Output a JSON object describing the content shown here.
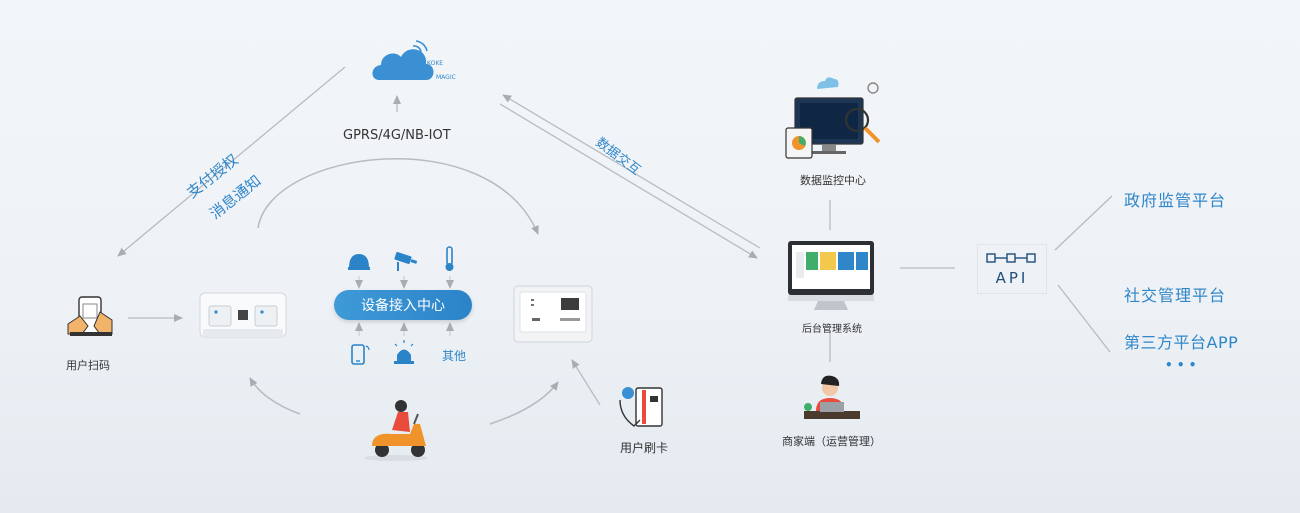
{
  "cloud": {
    "tag1": "KOKE",
    "tag2": "MAGIC"
  },
  "labels": {
    "network": "GPRS/4G/NB-IOT",
    "payment_auth": "支付授权",
    "message_notify": "消息通知",
    "data_exchange": "数据交互",
    "hub": "设备接入中心",
    "other": "其他",
    "user_scan": "用户扫码",
    "user_card": "用户刷卡",
    "data_center": "数据监控中心",
    "backend": "后台管理系统",
    "merchant": "商家端（运营管理）",
    "api": "API"
  },
  "platforms": [
    "政府监管平台",
    "社交管理平台",
    "第三方平台APP"
  ],
  "ellipsis": "• • •",
  "colors": {
    "accent": "#2f86c9",
    "line": "#b8bcc0",
    "arrow": "#a9adb2"
  }
}
